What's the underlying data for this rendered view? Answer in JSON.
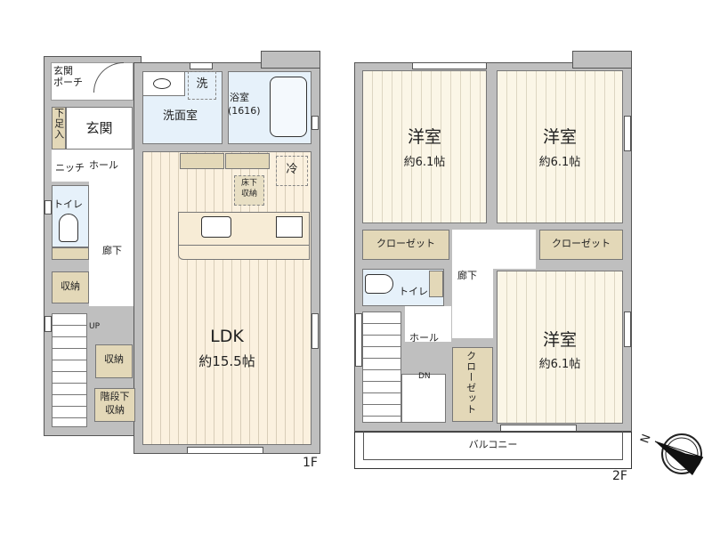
{
  "floor_1": {
    "floor_label": "1F",
    "rooms": {
      "porch": "玄関\nポーチ",
      "entrance": "玄関",
      "shoe_storage": "下足入",
      "niche": "ニッチ",
      "hall": "ホール",
      "toilet": "トイレ",
      "corridor": "廊下",
      "storage_1": "収納",
      "up": "UP",
      "storage_2": "収納",
      "under_stairs_storage_line1": "階段下",
      "under_stairs_storage_line2": "収納",
      "washroom": "洗面室",
      "washer": "洗",
      "bathroom": "浴室",
      "bathroom_size": "(1616)",
      "fridge": "冷",
      "underfloor_storage_line1": "床下",
      "underfloor_storage_line2": "収納",
      "ldk": "LDK",
      "ldk_size": "約15.5帖"
    }
  },
  "floor_2": {
    "floor_label": "2F",
    "rooms": {
      "western_room_1": "洋室",
      "western_room_1_size": "約6.1帖",
      "western_room_2": "洋室",
      "western_room_2_size": "約6.1帖",
      "western_room_3": "洋室",
      "western_room_3_size": "約6.1帖",
      "closet_1": "クローゼット",
      "closet_2": "クローゼット",
      "closet_3": "クローゼット",
      "toilet": "トイレ",
      "corridor": "廊下",
      "hall": "ホール",
      "down": "DN",
      "balcony": "バルコニー"
    }
  },
  "compass": {
    "north_label": "N",
    "icon": "compass-icon"
  },
  "colors": {
    "wall": "#bfbfbf",
    "wood_floor": "#fbf1df",
    "wet_area": "#e6f1fa",
    "storage": "#e3d8b8"
  }
}
